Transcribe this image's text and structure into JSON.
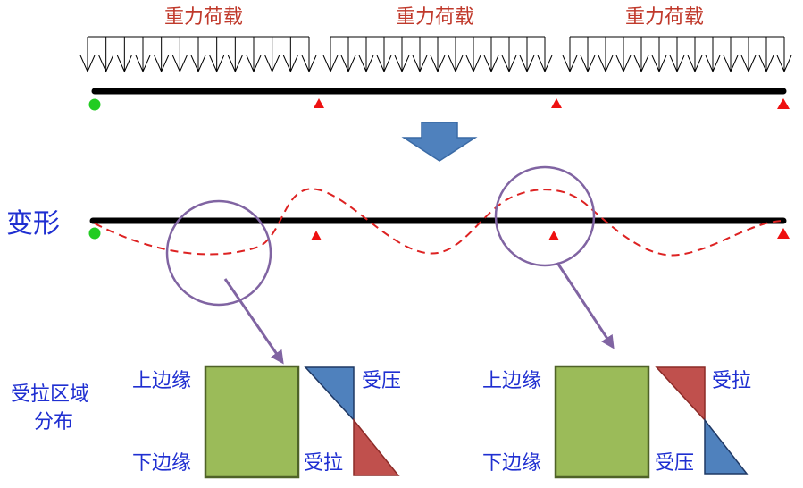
{
  "load_labels": [
    "重力荷载",
    "重力荷载",
    "重力荷载"
  ],
  "deform_label": "变形",
  "tension_zone_label": [
    "受拉区域",
    "分布"
  ],
  "left_section": {
    "top_edge": "上边缘",
    "bottom_edge": "下边缘",
    "top_stress": "受压",
    "bottom_stress": "受拉"
  },
  "right_section": {
    "top_edge": "上边缘",
    "bottom_edge": "下边缘",
    "top_stress": "受拉",
    "bottom_stress": "受压"
  },
  "colors": {
    "beam": "#000000",
    "load_text": "#c0392b",
    "support_pin": "#22cc22",
    "support_roller": "#ee1111",
    "deflection": "#dd2222",
    "circle": "#8064a2",
    "section_fill": "#9bbb59",
    "section_border": "#4f6228",
    "compression": "#4f81bd",
    "tension": "#c0504d",
    "label_text": "#1f2fd1"
  }
}
